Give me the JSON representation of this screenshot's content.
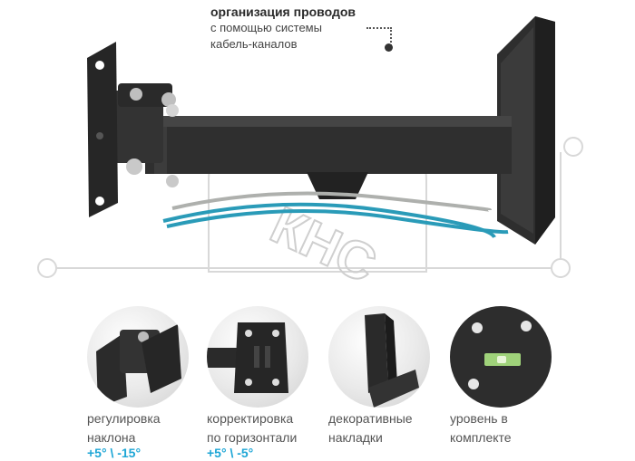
{
  "annotation": {
    "title": "организация проводов",
    "line1": "с помощью системы",
    "line2": "кабель-каналов"
  },
  "watermark": "КНС",
  "features": [
    {
      "line1": "регулировка",
      "line2": "наклона",
      "accent": "+5° \\ -15°"
    },
    {
      "line1": "корректировка",
      "line2": "по горизонтали",
      "accent": "+5° \\ -5°"
    },
    {
      "line1": "декоративные",
      "line2": "накладки",
      "accent": ""
    },
    {
      "line1": "уровень в",
      "line2": "комплекте",
      "accent": ""
    }
  ],
  "colors": {
    "accent": "#1ea6d6",
    "metal": "#3a3a3a",
    "cable_blue": "#2a9bb8"
  }
}
